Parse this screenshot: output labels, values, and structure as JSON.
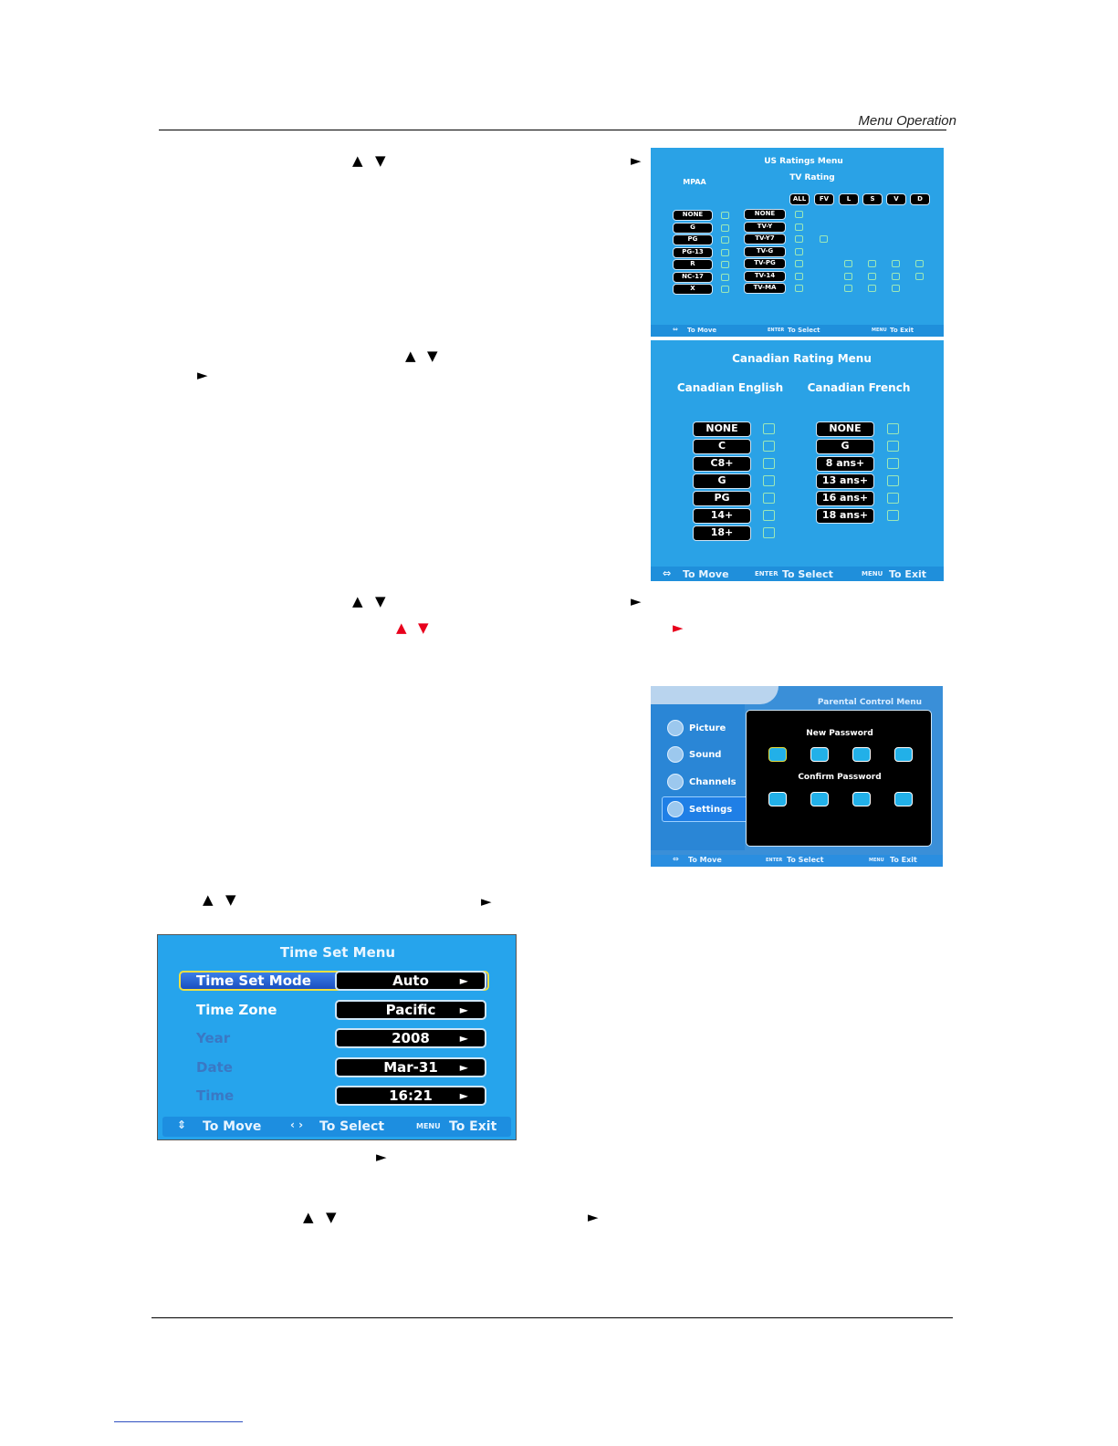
{
  "header": {
    "title": "Menu Operation"
  },
  "symbols": {
    "up": "▲",
    "down": "▼",
    "right": "►"
  },
  "us_ratings": {
    "title": "US Ratings Menu",
    "tv_rating_label": "TV Rating",
    "mpaa_label": "MPAA",
    "tv_columns": [
      "ALL",
      "FV",
      "L",
      "S",
      "V",
      "D"
    ],
    "mpaa_items": [
      "NONE",
      "G",
      "PG",
      "PG-13",
      "R",
      "NC-17",
      "X"
    ],
    "tv_items": [
      "NONE",
      "TV-Y",
      "TV-Y7",
      "TV-G",
      "TV-PG",
      "TV-14",
      "TV-MA"
    ],
    "footer": {
      "move": "To Move",
      "enter_key": "ENTER",
      "select": "To Select",
      "menu_key": "MENU",
      "exit": "To Exit"
    }
  },
  "canadian": {
    "title": "Canadian Rating Menu",
    "english_label": "Canadian English",
    "french_label": "Canadian French",
    "english_items": [
      "NONE",
      "C",
      "C8+",
      "G",
      "PG",
      "14+",
      "18+"
    ],
    "french_items": [
      "NONE",
      "G",
      "8 ans+",
      "13 ans+",
      "16 ans+",
      "18 ans+"
    ],
    "footer": {
      "move": "To Move",
      "enter_key": "ENTER",
      "select": "To Select",
      "menu_key": "MENU",
      "exit": "To Exit"
    }
  },
  "parental": {
    "title": "Parental Control Menu",
    "sidebar": [
      "Picture",
      "Sound",
      "Channels",
      "Settings"
    ],
    "new_password": "New Password",
    "confirm_password": "Confirm Password",
    "footer": {
      "move": "To Move",
      "enter_key": "ENTER",
      "select": "To Select",
      "menu_key": "MENU",
      "exit": "To Exit"
    }
  },
  "time_set": {
    "title": "Time Set Menu",
    "rows": [
      {
        "label": "Time Set Mode",
        "value": "Auto"
      },
      {
        "label": "Time Zone",
        "value": "Pacific"
      },
      {
        "label": "Year",
        "value": "2008"
      },
      {
        "label": "Date",
        "value": "Mar-31"
      },
      {
        "label": "Time",
        "value": "16:21"
      }
    ],
    "footer": {
      "move": "To Move",
      "select": "To Select",
      "menu_key": "MENU",
      "exit": "To Exit"
    }
  }
}
